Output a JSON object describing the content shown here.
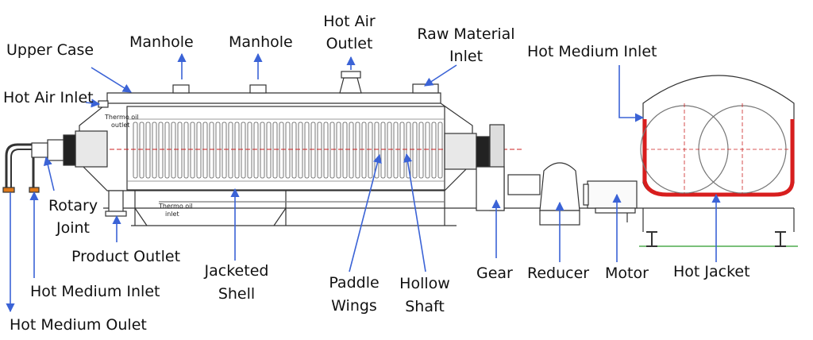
{
  "labels": {
    "upper_case": "Upper Case",
    "manhole_1": "Manhole",
    "manhole_2": "Manhole",
    "hot_air_outlet_l1": "Hot Air",
    "hot_air_outlet_l2": "Outlet",
    "raw_material_l1": "Raw Material",
    "raw_material_l2": "Inlet",
    "hot_medium_inlet_top": "Hot Medium Inlet",
    "hot_air_inlet": "Hot Air Inlet",
    "rotary_joint_l1": "Rotary",
    "rotary_joint_l2": "Joint",
    "product_outlet": "Product Outlet",
    "jacketed_shell_l1": "Jacketed",
    "jacketed_shell_l2": "Shell",
    "paddle_wings_l1": "Paddle",
    "paddle_wings_l2": "Wings",
    "hollow_shaft_l1": "Hollow",
    "hollow_shaft_l2": "Shaft",
    "gear": "Gear",
    "reducer": "Reducer",
    "motor": "Motor",
    "hot_jacket": "Hot Jacket",
    "hot_medium_inlet_bottom": "Hot Medium Inlet",
    "hot_medium_outlet": "Hot Medium Oulet"
  },
  "inline_text": {
    "thermo_oil_outlet_l1": "Thermo oil",
    "thermo_oil_outlet_l2": "outlet",
    "thermo_oil_inlet_l1": "Thermo oil",
    "thermo_oil_inlet_l2": "inlet"
  },
  "colors": {
    "arrow": "#3b63d6",
    "line": "#333333",
    "hot_jacket": "#d81e1e",
    "flange_red": "#cc2222",
    "ground_green": "#2a9a2a",
    "orange_marker": "#e07a1a"
  }
}
